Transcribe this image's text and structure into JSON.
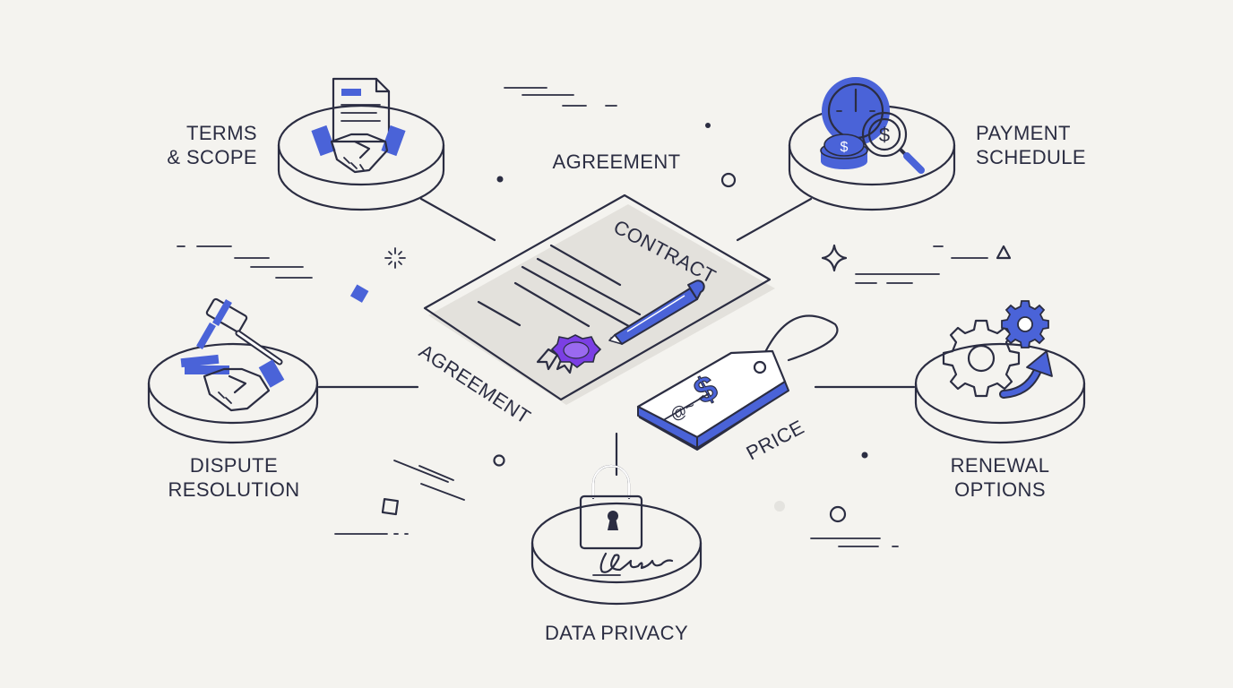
{
  "labels": {
    "terms_line1": "TERMS",
    "terms_line2": "& SCOPE",
    "agreement_top": "AGREEMENT",
    "payment_line1": "PAYMENT",
    "payment_line2": "SCHEDULE",
    "contract": "CONTRACT",
    "agreement_doc": "AGREEMENT",
    "price": "PRICE",
    "dispute_line1": "DISPUTE",
    "dispute_line2": "RESOLUTION",
    "renewal_line1": "RENEWAL",
    "renewal_line2": "OPTIONS",
    "data_privacy": "DATA PRIVACY",
    "dollar_sign": "$",
    "tag_initials": "@~"
  },
  "colors": {
    "ink": "#2b2d42",
    "accent": "#4a63d8",
    "seal": "#7b3fe4",
    "background": "#f4f3ef"
  },
  "icons": {
    "terms": "handshake-document-icon",
    "payment": "clock-coin-magnifier-icon",
    "dispute": "gavel-handshake-icon",
    "renewal": "gears-arrow-icon",
    "privacy": "padlock-signature-icon",
    "center": "contract-pen-seal-icon",
    "price": "price-tag-icon"
  }
}
